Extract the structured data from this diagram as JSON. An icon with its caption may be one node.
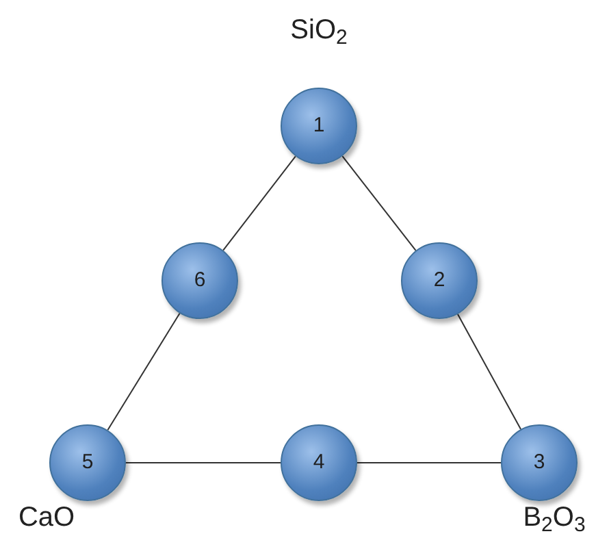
{
  "diagram": {
    "nodes": [
      {
        "text": [
          "1"
        ],
        "beside": [
          "SiO$_{2}$"
        ]
      },
      {
        "text": [
          "2"
        ]
      },
      {
        "text": [
          "3"
        ],
        "beside": [
          "B$_{2}$O$_{3}$"
        ]
      },
      {
        "text": [
          "4"
        ]
      },
      {
        "text": [
          "5"
        ],
        "beside": [
          "CaO"
        ]
      },
      {
        "text": [
          "6"
        ]
      }
    ],
    "edges": [
      {
        "from": 0,
        "to": 1,
        "arrow": "none"
      },
      {
        "from": 1,
        "to": 2,
        "arrow": "none"
      },
      {
        "from": 2,
        "to": 3,
        "arrow": "none"
      },
      {
        "from": 3,
        "to": 4,
        "arrow": "none"
      },
      {
        "from": 4,
        "to": 5,
        "arrow": "none"
      },
      {
        "from": 5,
        "to": 0,
        "arrow": "none"
      }
    ]
  }
}
